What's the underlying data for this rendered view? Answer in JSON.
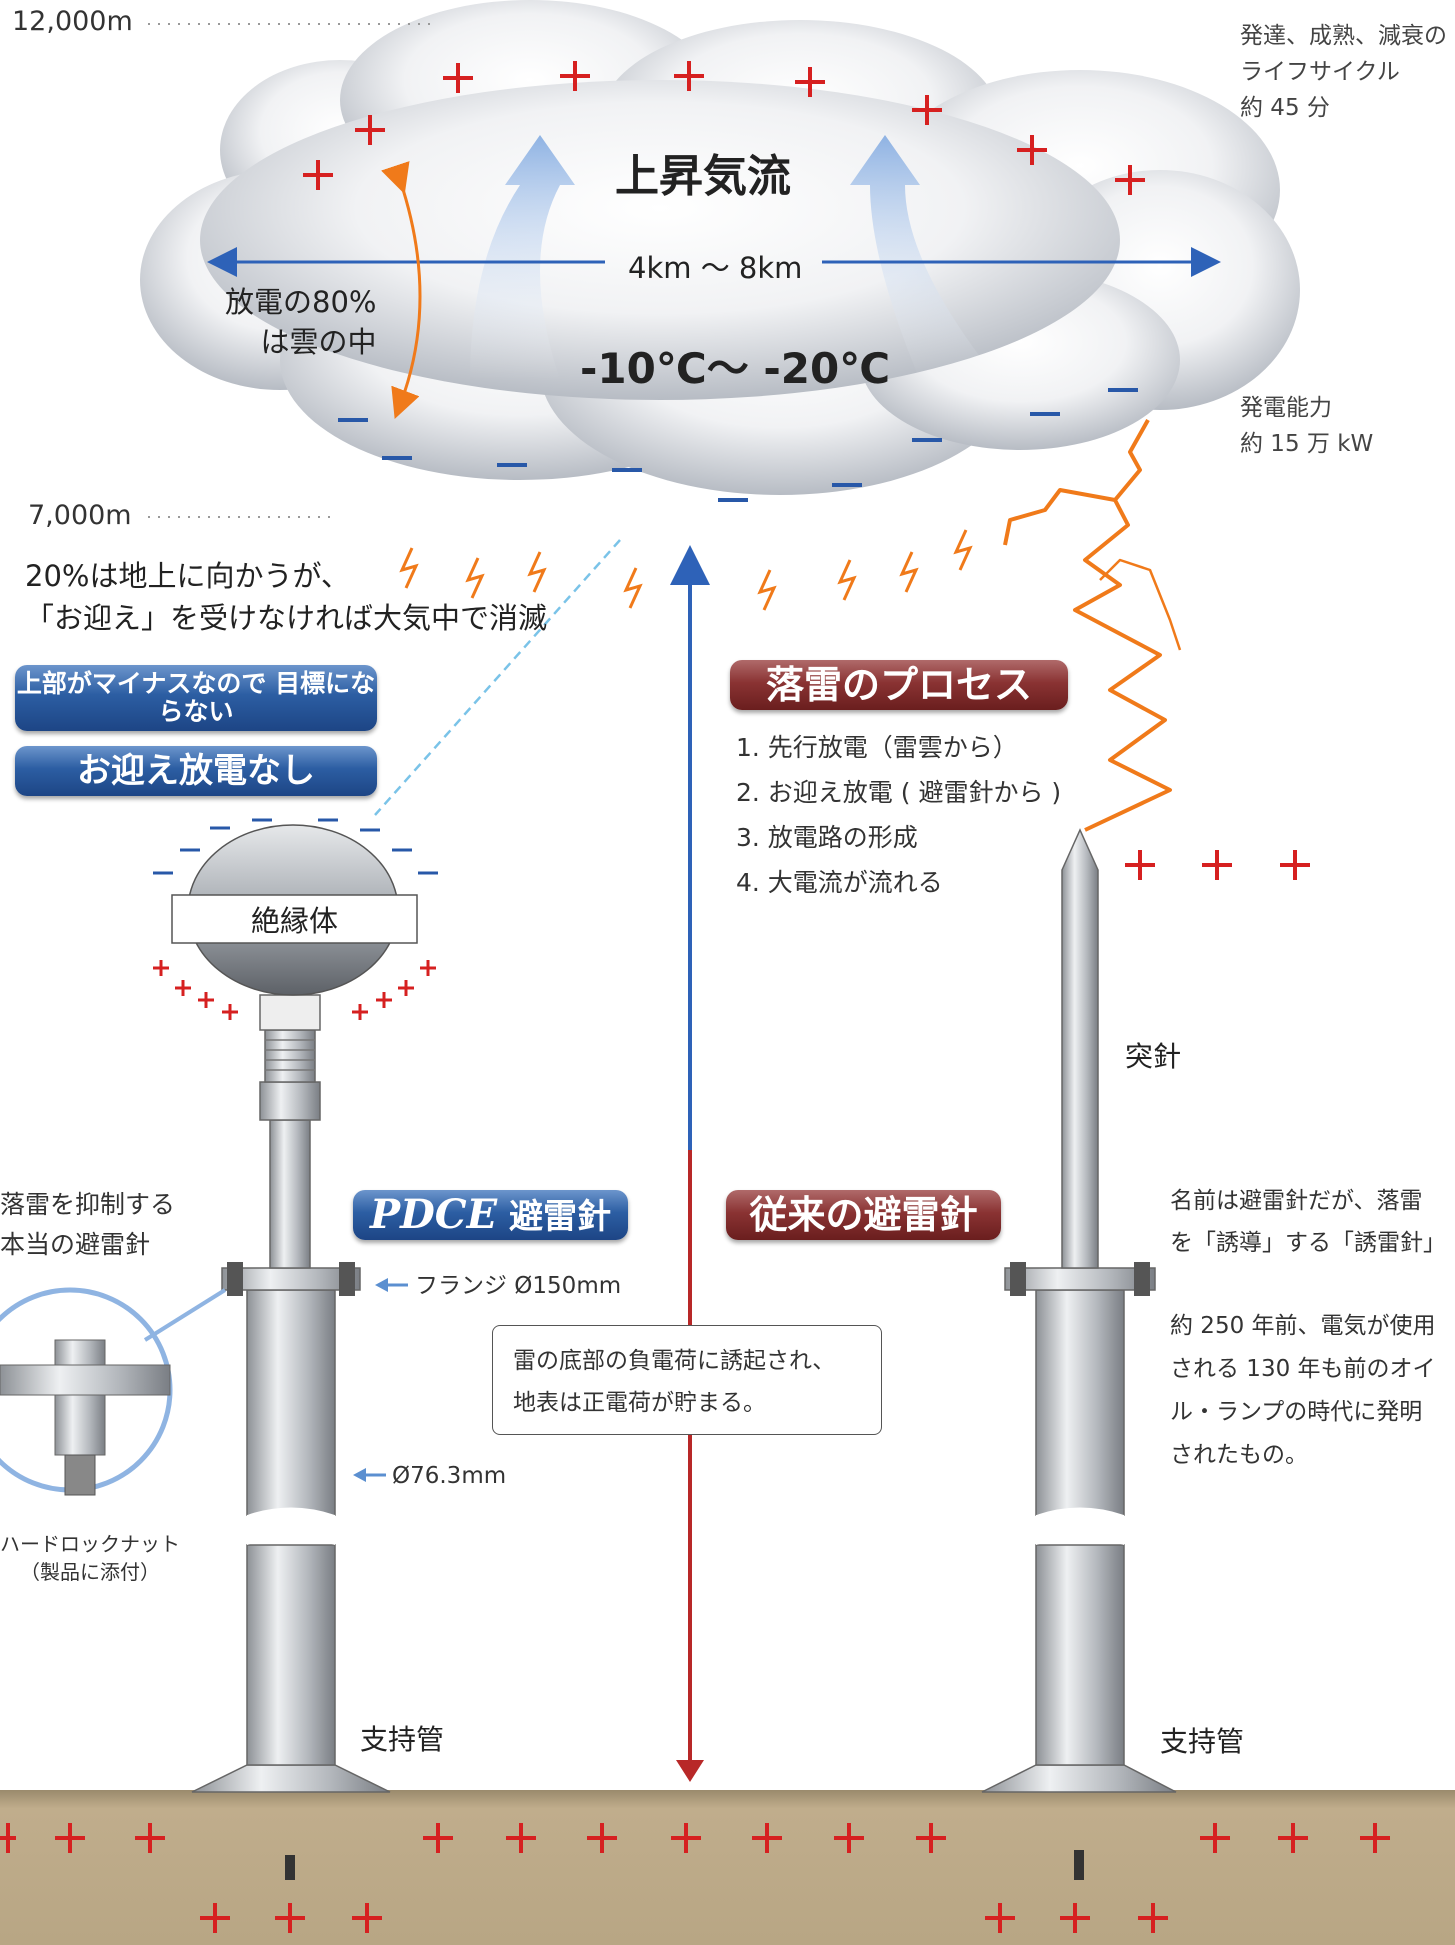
{
  "altitudes": {
    "top": "12,000m",
    "bottom": "7,000m"
  },
  "lifecycle": [
    "発達、成熟、減衰の",
    "ライフサイクル",
    "約 45 分"
  ],
  "power": [
    "発電能力",
    "約 15 万 kW"
  ],
  "cloud": {
    "updraft": "上昇気流",
    "width": "4km ～ 8km",
    "discharge": [
      "放電の80%",
      "は雲の中"
    ],
    "temperature": "-10℃～ -20℃"
  },
  "ground_note": [
    "20%は地上に向かうが、",
    "「お迎え」を受けなければ大気中で消滅"
  ],
  "pdce_buttons": {
    "reason": "上部がマイナスなので 目標にならない",
    "no_upward": "お迎え放電なし"
  },
  "insulator": "絶縁体",
  "process": {
    "title": "落雷のプロセス",
    "steps": [
      "1. 先行放電（雷雲から）",
      "2. お迎え放電 ( 避雷針から )",
      "3. 放電路の形成",
      "4. 大電流が流れる"
    ]
  },
  "pdce": {
    "label": "PDCE 避雷針",
    "label_a": "PDCE",
    "label_b": " 避雷針",
    "desc": [
      "落雷を抑制する",
      "本当の避雷針"
    ],
    "flange": "フランジ Ø150mm",
    "diameter": "Ø76.3mm",
    "nut": [
      "ハードロックナット",
      "（製品に添付）"
    ],
    "support": "支持管"
  },
  "conventional": {
    "label": "従来の避雷針",
    "tip": "突針",
    "desc1": [
      "名前は避雷針だが、落雷",
      "を「誘導」する「誘雷針」"
    ],
    "desc2": [
      "約 250 年前、電気が使用",
      "される 130 年も前のオイ",
      "ル・ランプの時代に発明",
      "されたもの。"
    ],
    "support": "支持管"
  },
  "induction": [
    "雷の底部の負電荷に誘起され、",
    "地表は正電荷が貯まる。"
  ],
  "colors": {
    "plus": "#d62020",
    "minus": "#2858a8",
    "lightning": "#f07a1a",
    "ground": "#b3a082"
  }
}
